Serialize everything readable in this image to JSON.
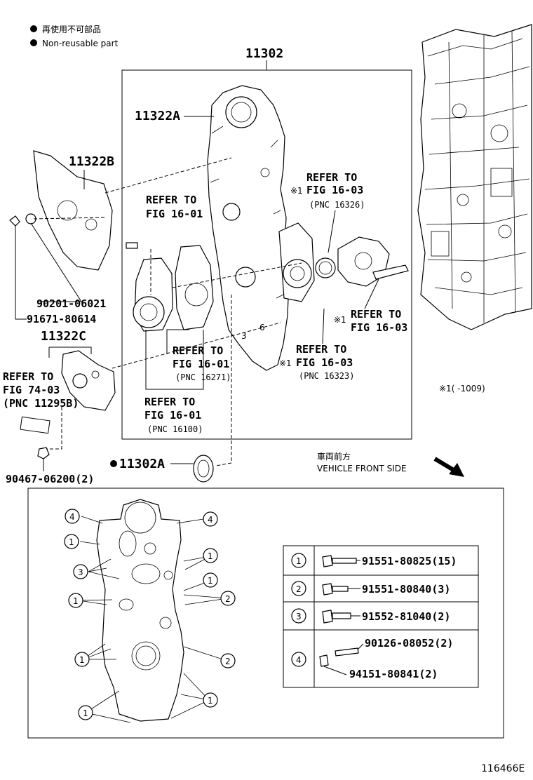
{
  "legend": {
    "jp": "再使用不可部品",
    "en": "Non-reusable part"
  },
  "labels": {
    "assy_11302": "11302",
    "gasket_11322A": "11322A",
    "plate_11322B": "11322B",
    "plate_11322C": "11322C",
    "bolt_90201": "90201-06021",
    "bolt_91671": "91671-80614",
    "seal_11302A": "11302A",
    "plug_90467": "90467-06200(2)",
    "doc_id": "116466E",
    "applicability": "※1(     -1009)"
  },
  "refs": [
    {
      "id": "r1",
      "mark": "※1",
      "l1": "REFER TO",
      "l2": "FIG 16-03",
      "l3": "(PNC 16326)"
    },
    {
      "id": "r2",
      "mark": "",
      "l1": "REFER TO",
      "l2": "FIG 16-01",
      "l3": ""
    },
    {
      "id": "r3",
      "mark": "※1",
      "l1": "REFER TO",
      "l2": "FIG 16-03",
      "l3": ""
    },
    {
      "id": "r4",
      "mark": "",
      "l1": "REFER TO",
      "l2": "FIG 16-01",
      "l3": "(PNC 16271)"
    },
    {
      "id": "r5",
      "mark": "※1",
      "l1": "REFER TO",
      "l2": "FIG 16-03",
      "l3": "(PNC 16323)"
    },
    {
      "id": "r6",
      "mark": "",
      "l1": "REFER TO",
      "l2": "FIG 16-01",
      "l3": "(PNC 16100)"
    },
    {
      "id": "r7",
      "mark": "",
      "l1": "REFER TO",
      "l2": "FIG 74-03",
      "l3": "(PNC 11295B)"
    }
  ],
  "direction": {
    "jp": "車両前方",
    "en": "VEHICLE FRONT SIDE"
  },
  "bolt_table": [
    {
      "key": "1",
      "parts": [
        "91551-80825(15)"
      ]
    },
    {
      "key": "2",
      "parts": [
        "91551-80840(3)"
      ]
    },
    {
      "key": "3",
      "parts": [
        "91552-81040(2)"
      ]
    },
    {
      "key": "4",
      "parts": [
        "90126-08052(2)",
        "94151-80841(2)"
      ]
    }
  ],
  "callouts": [
    "1",
    "2",
    "3",
    "4"
  ]
}
